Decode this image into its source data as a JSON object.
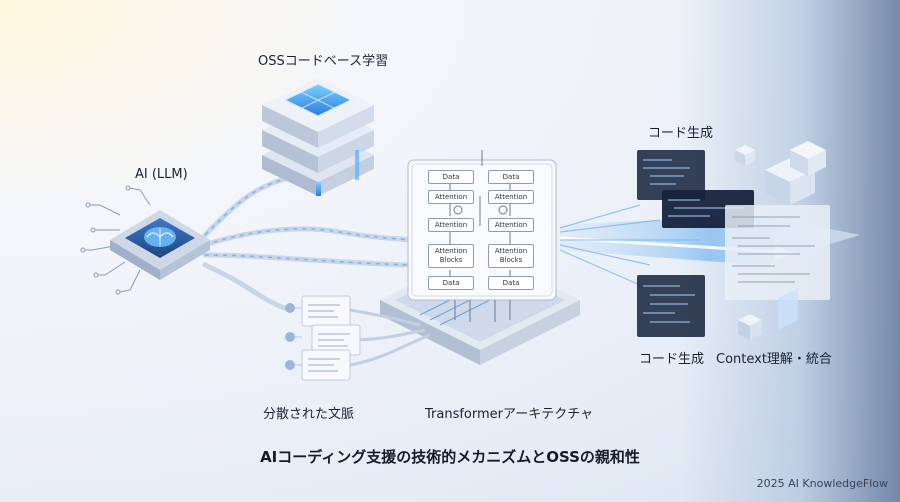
{
  "labels": {
    "oss_codebase": "OSSコードベース学習",
    "ai_llm": "AI (LLM)",
    "distributed_context": "分散された文脈",
    "transformer": "Transformerアーキテクチャ",
    "code_gen_top": "コード生成",
    "code_gen_bottom": "コード生成",
    "context_integration": "Context理解・統合"
  },
  "transformer_blocks": {
    "left": [
      "Data",
      "Attention",
      "Attention",
      "Attention Blocks",
      "Data"
    ],
    "right": [
      "Data",
      "Attention",
      "Attention",
      "Attention Blocks",
      "Data"
    ]
  },
  "title": "AIコーディング支援の技術的メカニズムとOSSの親和性",
  "credit": "2025 AI KnowledgeFlow",
  "colors": {
    "accent": "#3f8fe0",
    "chip": "#2c5aa8",
    "text": "#1b2235"
  }
}
